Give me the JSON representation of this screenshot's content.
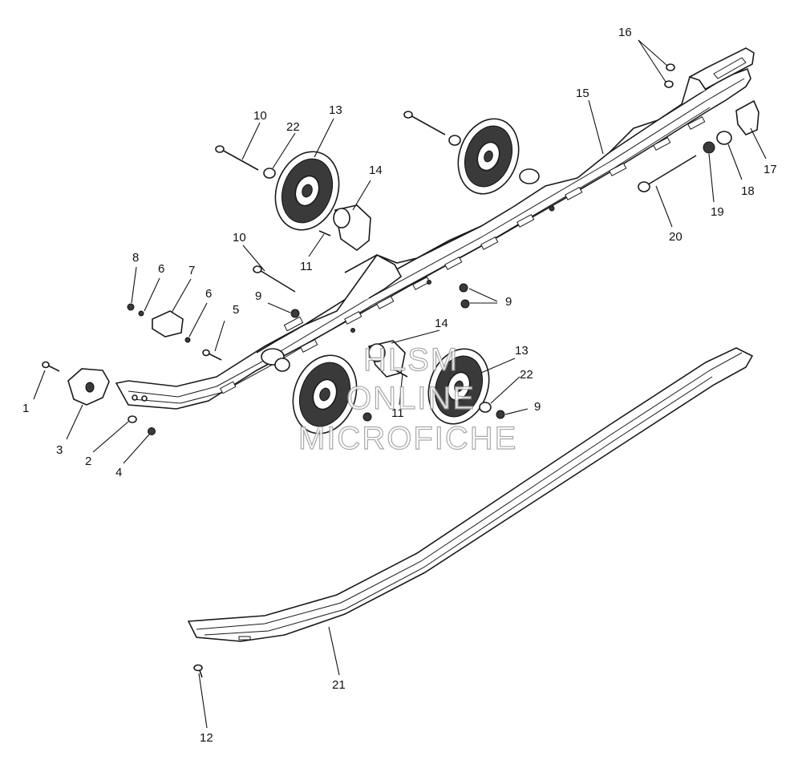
{
  "watermark": {
    "line1": "HLSM",
    "line2": "ONLINE",
    "line3": "MICROFICHE"
  },
  "callouts": [
    "1",
    "2",
    "3",
    "4",
    "5",
    "6",
    "6",
    "7",
    "8",
    "9",
    "9",
    "9",
    "10",
    "10",
    "11",
    "11",
    "12",
    "13",
    "13",
    "14",
    "14",
    "15",
    "16",
    "17",
    "18",
    "19",
    "20",
    "21",
    "22",
    "22"
  ]
}
